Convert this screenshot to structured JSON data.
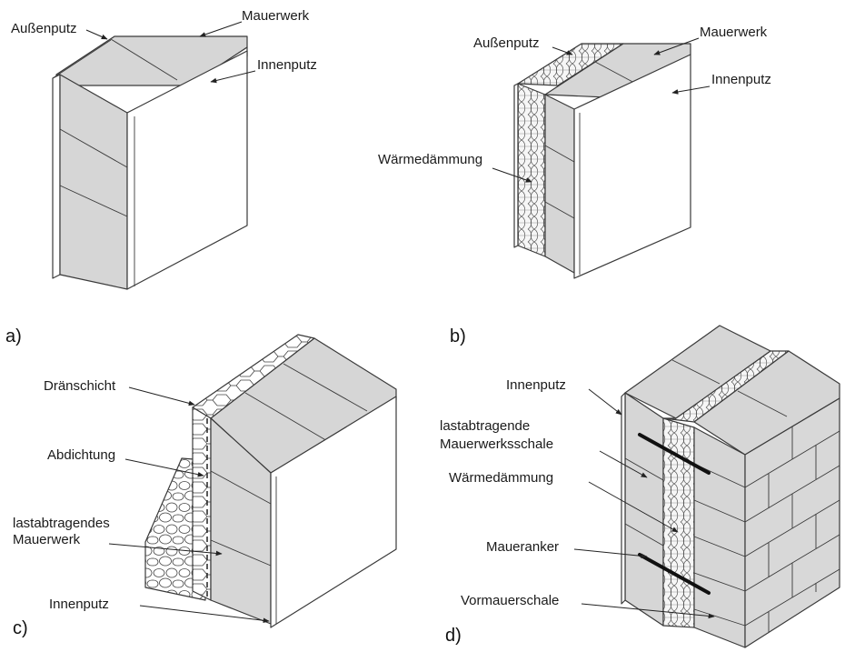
{
  "panels": [
    {
      "id": "a",
      "label": "a)",
      "callouts": [
        "Außenputz",
        "Mauerwerk",
        "Innenputz"
      ]
    },
    {
      "id": "b",
      "label": "b)",
      "callouts": [
        "Außenputz",
        "Mauerwerk",
        "Innenputz",
        "Wärmedämmung"
      ]
    },
    {
      "id": "c",
      "label": "c)",
      "callouts": [
        "Dränschicht",
        "Abdichtung",
        "lastabtragendes",
        "Mauerwerk",
        "Innenputz"
      ]
    },
    {
      "id": "d",
      "label": "d)",
      "callouts": [
        "Innenputz",
        "lastabtragende",
        "Mauerwerksschale",
        "Wärmedämmung",
        "Maueranker",
        "Vormauerschale"
      ]
    }
  ],
  "colors": {
    "masonry": "#d6d6d6",
    "plaster": "#ffffff",
    "outline": "#3a3a3a",
    "insulation": "#f4f4f4"
  }
}
